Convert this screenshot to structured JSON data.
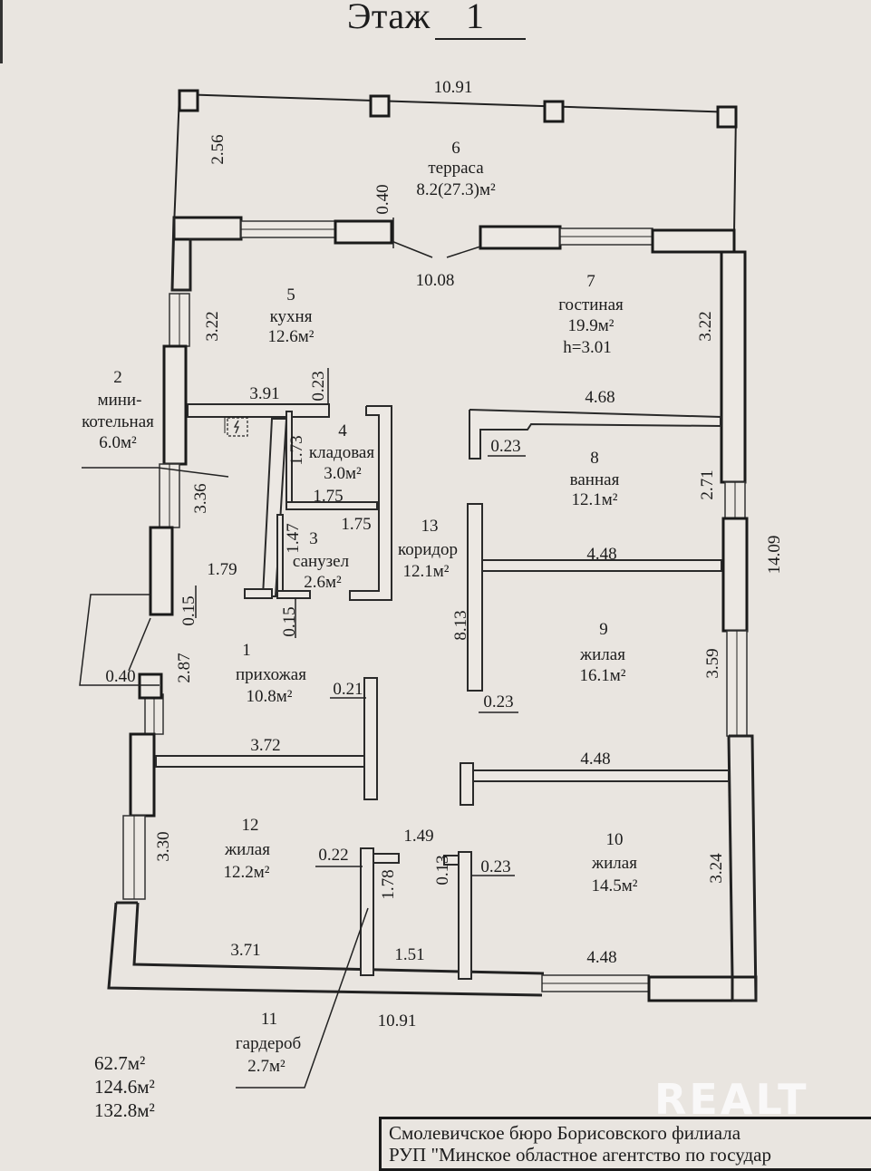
{
  "header": {
    "floor_label": "Этаж",
    "floor_number": "1"
  },
  "rooms": [
    {
      "num": "1",
      "name": "прихожая",
      "area": "10.8м²"
    },
    {
      "num": "2",
      "name_line1": "мини-",
      "name_line2": "котельная",
      "area": "6.0м²"
    },
    {
      "num": "3",
      "name": "санузел",
      "area": "2.6м²"
    },
    {
      "num": "4",
      "name": "кладовая",
      "area": "3.0м²"
    },
    {
      "num": "5",
      "name": "кухня",
      "area": "12.6м²"
    },
    {
      "num": "6",
      "name": "терраса",
      "area": "8.2(27.3)м²"
    },
    {
      "num": "7",
      "name": "гостиная",
      "area": "19.9м²",
      "height": "h=3.01"
    },
    {
      "num": "8",
      "name": "ванная",
      "area": "12.1м²"
    },
    {
      "num": "9",
      "name": "жилая",
      "area": "16.1м²"
    },
    {
      "num": "10",
      "name": "жилая",
      "area": "14.5м²"
    },
    {
      "num": "11",
      "name": "гардероб",
      "area": "2.7м²"
    },
    {
      "num": "12",
      "name": "жилая",
      "area": "12.2м²"
    },
    {
      "num": "13",
      "name": "коридор",
      "area": "12.1м²"
    }
  ],
  "dimensions": {
    "terrace_width": "10.91",
    "terrace_depth": "2.56",
    "terrace_step": "0.40",
    "north_wall": "10.08",
    "kitchen_height": "3.22",
    "living_height": "3.22",
    "kitchen_width": "3.91",
    "kitchen_wall": "0.23",
    "living_width": "4.68",
    "bath_wall": "0.23",
    "storage_depth": "1.73",
    "storage_width": "1.75",
    "wc_width": "1.75",
    "wc_depth": "1.47",
    "boiler_depth": "3.36",
    "boiler_width": "1.79",
    "bath_height": "2.71",
    "bath_width": "4.48",
    "total_depth": "14.09",
    "corridor_length": "8.13",
    "wall_015a": "0.15",
    "wall_015b": "0.15",
    "entry_step": "0.40",
    "hall_depth": "2.87",
    "hall_wall": "0.21",
    "corridor_wall": "0.23",
    "bed9_height": "3.59",
    "hall_width": "3.72",
    "bed10_top": "4.48",
    "bed12_height": "3.30",
    "closet_wall": "0.22",
    "closet_gap": "1.49",
    "closet_jamb": "0.13",
    "bed10_wall": "0.23",
    "closet_depth": "1.78",
    "bed10_height": "3.24",
    "bed12_width": "3.71",
    "closet_width": "1.51",
    "bed10_width": "4.48",
    "house_width": "10.91"
  },
  "summary": {
    "living_area": "62.7м²",
    "total_area": "124.6м²",
    "total_with_terrace": "132.8м²"
  },
  "stamp": {
    "line1": "Смолевичское бюро Борисовского филиала",
    "line2": "РУП \"Минское областное агентство по государ"
  },
  "watermark": "REALT",
  "icons": {
    "electric_panel": "lightning-icon"
  }
}
